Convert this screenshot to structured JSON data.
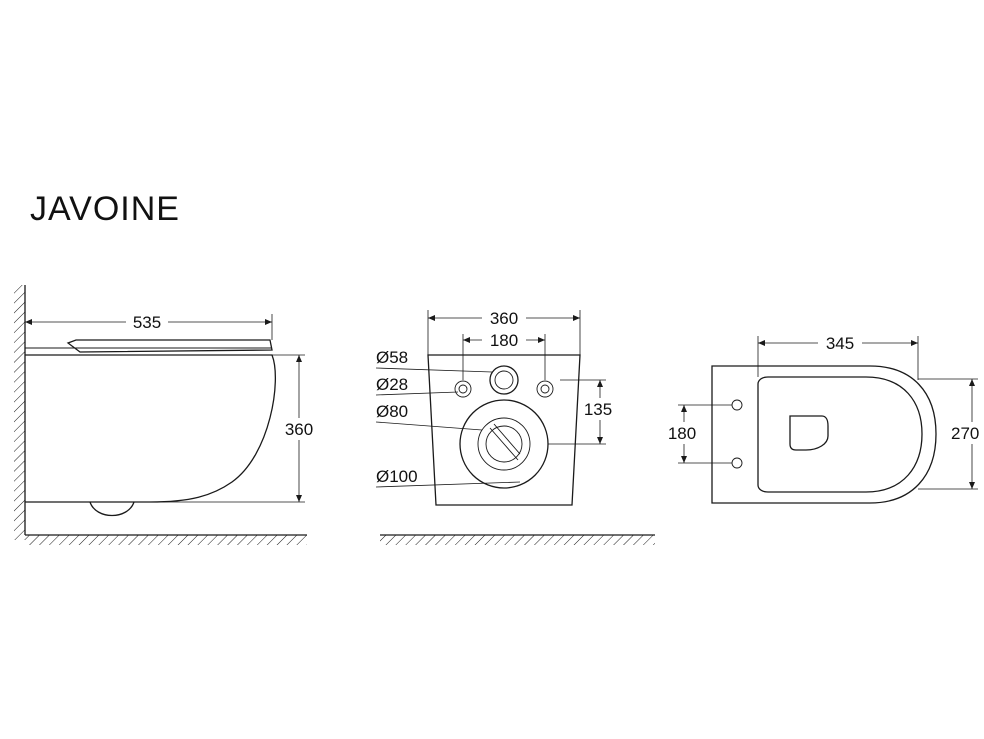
{
  "title": "JAVOINE",
  "side_view": {
    "length": "535",
    "height": "360"
  },
  "rear_view": {
    "width": "360",
    "hole_spacing": "180",
    "outlet_height": "135",
    "d1": "Ø58",
    "d2": "Ø28",
    "d3": "Ø80",
    "d4": "Ø100"
  },
  "top_view": {
    "length": "345",
    "hole_spacing": "180",
    "width": "270"
  }
}
